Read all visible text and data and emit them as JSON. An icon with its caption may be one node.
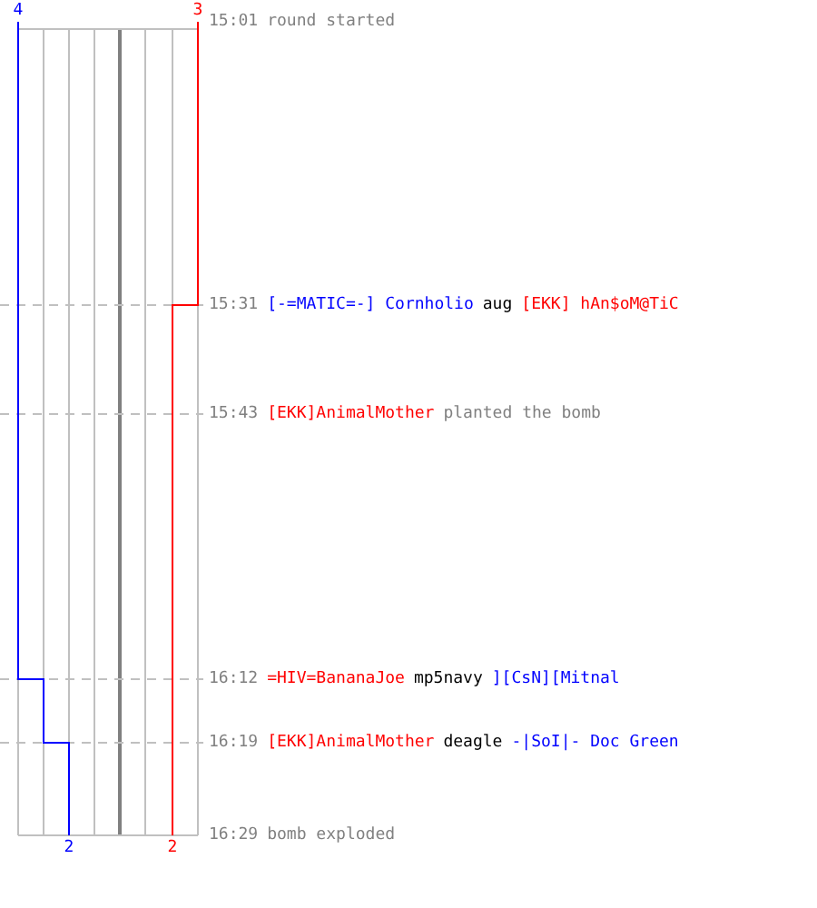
{
  "diagram": {
    "labels": [
      "4",
      "3",
      "15:01",
      "round started",
      "15:31",
      "[-=MATIC=-] Cornholio",
      "aug",
      "[EKK] hAn$oM@TiC",
      "15:43",
      "[EKK]AnimalMother",
      "planted the bomb",
      "16:12",
      "=HIV=BananaJoe",
      "mp5navy",
      "][CsN][Mitnal",
      "16:19",
      "[EKK]AnimalMother",
      "deagle",
      "-|SoI|- Doc Green",
      "16:29",
      "bomb exploded",
      "2",
      "2"
    ]
  }
}
